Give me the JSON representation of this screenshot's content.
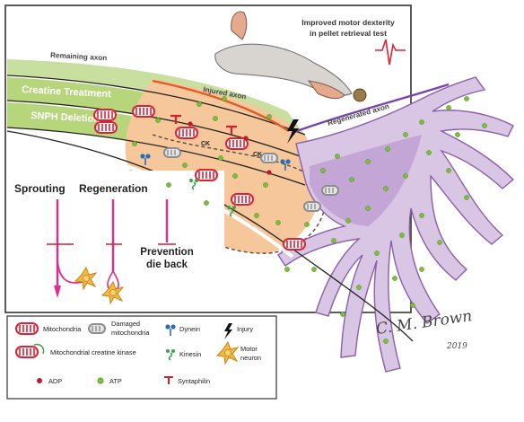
{
  "top": {
    "headline_line1": "Improved motor dexterity",
    "headline_line2": "in pellet retrieval test"
  },
  "axon_labels": {
    "remaining": "Remaining axon",
    "injured": "Injured axon",
    "regenerated": "Regenerated axon"
  },
  "bands": {
    "creatine": "Creatine Treatment",
    "snph": "SNPH Deletion"
  },
  "marker": {
    "ck": "CK"
  },
  "panel": {
    "sprouting": "Sprouting",
    "regeneration": "Regeneration",
    "prevention_line1": "Prevention",
    "prevention_line2": "die back"
  },
  "legend": {
    "mitochondria": "Mitochondria",
    "damaged_line1": "Damaged",
    "damaged_line2": "mitochondria",
    "dynein": "Dynein",
    "injury": "Injury",
    "mito_ck": "Mitochondrial creatine kinase",
    "kinesin": "Kinesin",
    "motor_line1": "Motor",
    "motor_line2": "neuron",
    "adp": "ADP",
    "atp": "ATP",
    "syntaphilin": "Syntaphilin"
  },
  "signature": {
    "name": "C. M. Brown",
    "year": "2019"
  },
  "colors": {
    "green_band": "#b7d67c",
    "peach": "#f6c79a",
    "purple_cell": "#d9c6e4",
    "purple_edge": "#8a5fa8",
    "atp": "#7cbf3a",
    "adp": "#c0182e",
    "magenta": "#e02d8c",
    "mito_red": "#e02033"
  }
}
